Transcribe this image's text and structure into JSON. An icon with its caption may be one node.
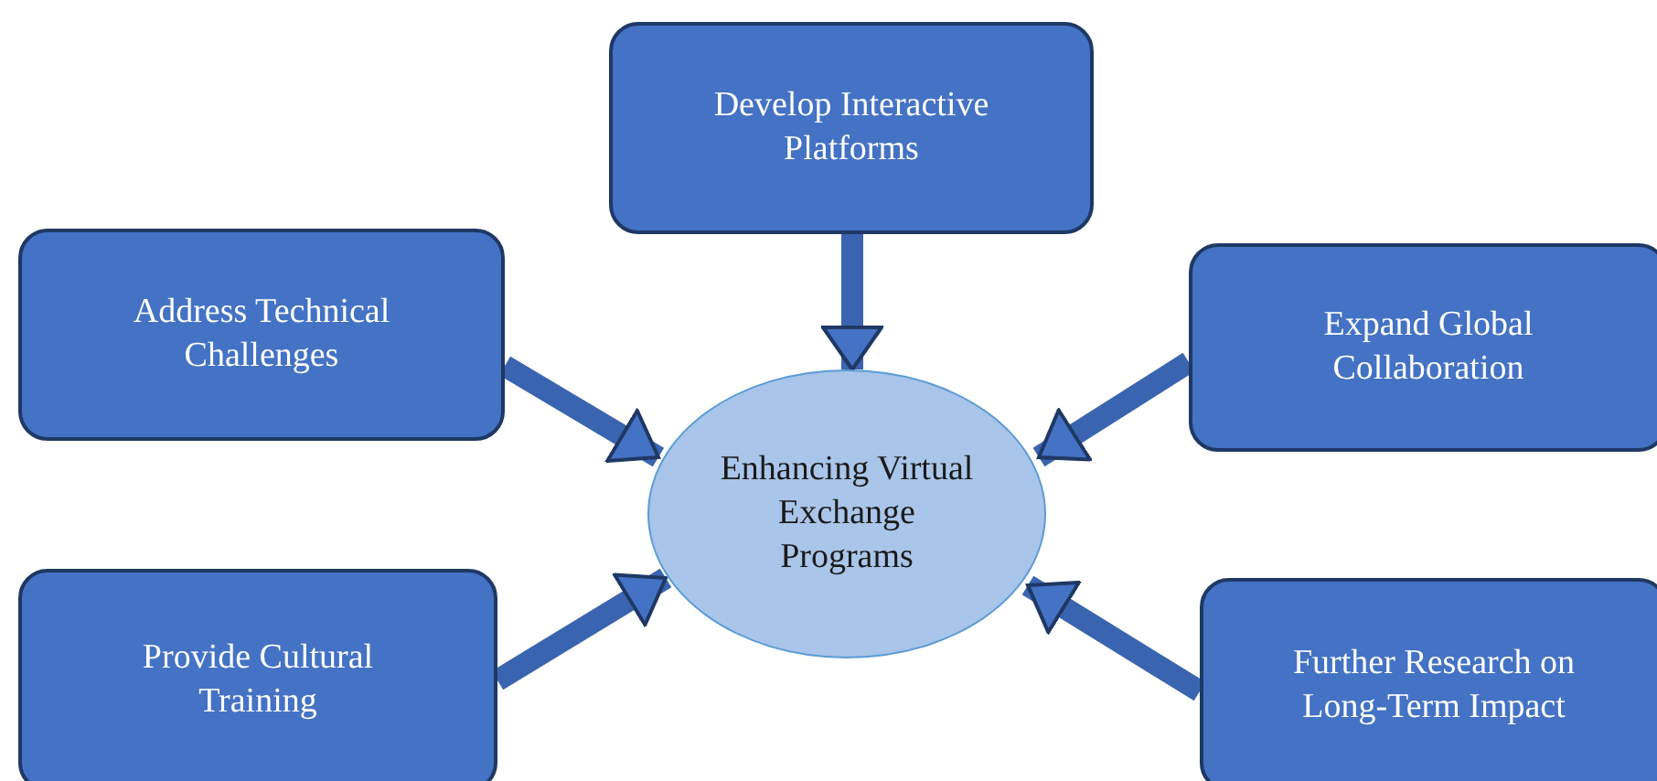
{
  "diagram": {
    "nodes": [
      {
        "text": [
          "Develop Interactive Platforms"
        ]
      },
      {
        "text": [
          "Address Technical Challenges"
        ]
      },
      {
        "text": [
          "Expand Global Collaboration"
        ]
      },
      {
        "text": [
          "Enhancing Virtual Exchange Programs"
        ]
      },
      {
        "text": [
          "Provide Cultural Training"
        ]
      },
      {
        "text": [
          "Further Research on Long-Term Impact"
        ]
      }
    ],
    "edges": [
      {
        "from": 0,
        "to": 3,
        "arrow": "to"
      },
      {
        "from": 1,
        "to": 3,
        "arrow": "to"
      },
      {
        "from": 2,
        "to": 3,
        "arrow": "to"
      },
      {
        "from": 4,
        "to": 3,
        "arrow": "to"
      },
      {
        "from": 5,
        "to": 3,
        "arrow": "to"
      }
    ]
  }
}
